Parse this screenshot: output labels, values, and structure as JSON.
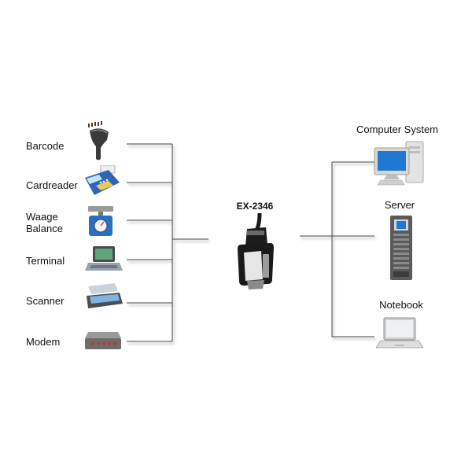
{
  "hub": {
    "label": "EX-2346",
    "icon": "serial-adapter-icon"
  },
  "left_devices": [
    {
      "label": "Barcode",
      "icon": "barcode-scanner-icon"
    },
    {
      "label": "Cardreader",
      "icon": "card-reader-icon"
    },
    {
      "label": "Waage\nBalance",
      "icon": "scale-icon"
    },
    {
      "label": "Terminal",
      "icon": "terminal-icon"
    },
    {
      "label": "Scanner",
      "icon": "flatbed-scanner-icon"
    },
    {
      "label": "Modem",
      "icon": "modem-icon"
    }
  ],
  "right_devices": [
    {
      "label": "Computer System",
      "icon": "desktop-computer-icon"
    },
    {
      "label": "Server",
      "icon": "server-icon"
    },
    {
      "label": "Notebook",
      "icon": "notebook-icon"
    }
  ],
  "colors": {
    "wire": "#444444",
    "screen": "#1f78d1"
  }
}
